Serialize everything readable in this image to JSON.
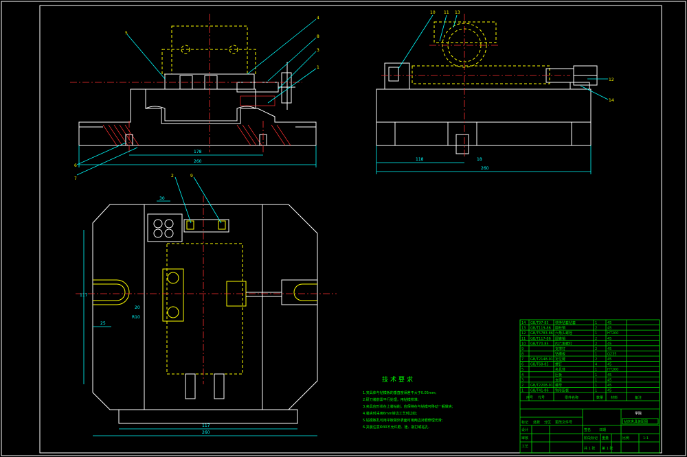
{
  "balloons": {
    "b4": "4",
    "b8": "8",
    "b3": "3",
    "b1": "1",
    "b5": "5",
    "b6": "6",
    "b7": "7",
    "b10": "10",
    "b11": "11",
    "b13": "13",
    "b12": "12",
    "b14": "14",
    "b2": "2",
    "b9": "9"
  },
  "dimensions": {
    "front_inner": "178",
    "front_total": "260",
    "side_118": "118",
    "side_18": "18",
    "side_total": "260",
    "plan_117": "117",
    "plan_total": "260",
    "plan_left": "25",
    "plan_r10": "R10",
    "plan_20": "20",
    "plan_top": "30",
    "plan_side": "117"
  },
  "tech_req": {
    "title": "技术要求",
    "lines": [
      "1.夹具体与钻模板的垂直度误差不大于0.05mm;",
      "2.研刀装前需平行处理，用钻模校准;",
      "3.夹具应形状在上装钻削，应保持在与钻模可移动一般做夹;",
      "4.装夹时采用6mm转边工艺时边处;",
      "5.钻模板孔可用平板做外表面可用两边对磨修理光滑;",
      "6.夹装注意Ф30不允许磨、锉、敲打或钻孔."
    ]
  },
  "title_block": {
    "part_rows": [
      {
        "no": "14",
        "code": "GB/T97-85",
        "name": "快换钻套钻套",
        "qty": "1",
        "mat": "45"
      },
      {
        "no": "13",
        "code": "GB/T119-86",
        "name": "圆柱销",
        "qty": "2",
        "mat": "45"
      },
      {
        "no": "12",
        "code": "GB/T5783-86",
        "name": "六角头螺栓",
        "qty": "1",
        "mat": "HT200"
      },
      {
        "no": "11",
        "code": "GB/T117-86",
        "name": "圆锥销",
        "qty": "2",
        "mat": "45"
      },
      {
        "no": "10",
        "code": "GB/T70-85",
        "name": "内六角螺钉",
        "qty": "2",
        "mat": "45"
      },
      {
        "no": "9",
        "code": "",
        "name": "支撑钉",
        "qty": "2",
        "mat": "45"
      },
      {
        "no": "8",
        "code": "",
        "name": "钻模板",
        "qty": "1",
        "mat": "Q235"
      },
      {
        "no": "7",
        "code": "GB/T2148-91",
        "name": "定位键",
        "qty": "2",
        "mat": "45"
      },
      {
        "no": "6",
        "code": "GB/T68-85",
        "name": "螺钉",
        "qty": "4",
        "mat": "45"
      },
      {
        "no": "5",
        "code": "",
        "name": "夹具体",
        "qty": "1",
        "mat": "HT200"
      },
      {
        "no": "4",
        "code": "",
        "name": "压板",
        "qty": "1",
        "mat": "45"
      },
      {
        "no": "3",
        "code": "",
        "name": "支座",
        "qty": "1",
        "mat": "45"
      },
      {
        "no": "2",
        "code": "GB/T2208-91",
        "name": "螺母",
        "qty": "1",
        "mat": "45"
      },
      {
        "no": "1",
        "code": "GB/T41-86",
        "name": "钩形压板",
        "qty": "1",
        "mat": "45"
      }
    ],
    "header": {
      "no": "序号",
      "code": "代号",
      "name": "零件名称",
      "qty": "数量",
      "mat": "材料",
      "note": "备注"
    },
    "drawing_name": "钻床夹具装配图",
    "school": "学院",
    "scale": "1:1",
    "sheet": "第 1 张",
    "labels": [
      "设计",
      "审核",
      "工艺",
      "标记",
      "处数",
      "分区",
      "更改文件号",
      "签名",
      "日期",
      "阶段标记",
      "重量",
      "比例",
      "共 1 张"
    ]
  }
}
